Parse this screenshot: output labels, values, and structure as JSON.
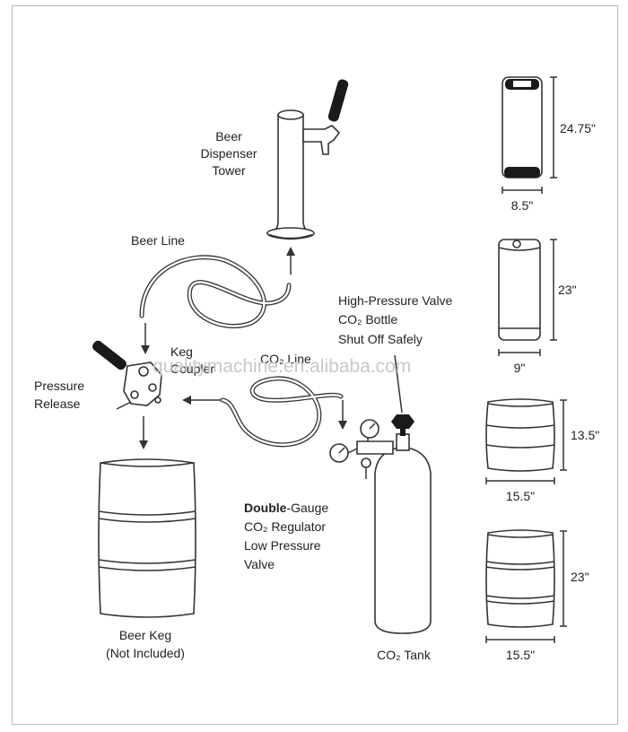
{
  "watermark": "qualitymachine.en.alibaba.com",
  "labels": {
    "tower_1": "Beer",
    "tower_2": "Dispenser",
    "tower_3": "Tower",
    "beer_line": "Beer Line",
    "co2_line": "CO₂ Line",
    "keg_coupler_1": "Keg",
    "keg_coupler_2": "Coupler",
    "pressure_release_1": "Pressure",
    "pressure_release_2": "Release",
    "hp_valve_1": "High-Pressure Valve",
    "hp_valve_2": "CO₂ Bottle",
    "hp_valve_3": "Shut Off Safely",
    "regulator_bold": "Double",
    "regulator_rest": "-Gauge",
    "regulator_2": "CO₂ Regulator",
    "regulator_3": "Low Pressure",
    "regulator_4": "Valve",
    "beer_keg_1": "Beer Keg",
    "beer_keg_2": "(Not Included)",
    "co2_tank": "CO₂ Tank"
  },
  "kegs": [
    {
      "height": "24.75\"",
      "width": "8.5\""
    },
    {
      "height": "23\"",
      "width": "9\""
    },
    {
      "height": "13.5\"",
      "width": "15.5\""
    },
    {
      "height": "23\"",
      "width": "15.5\""
    }
  ]
}
